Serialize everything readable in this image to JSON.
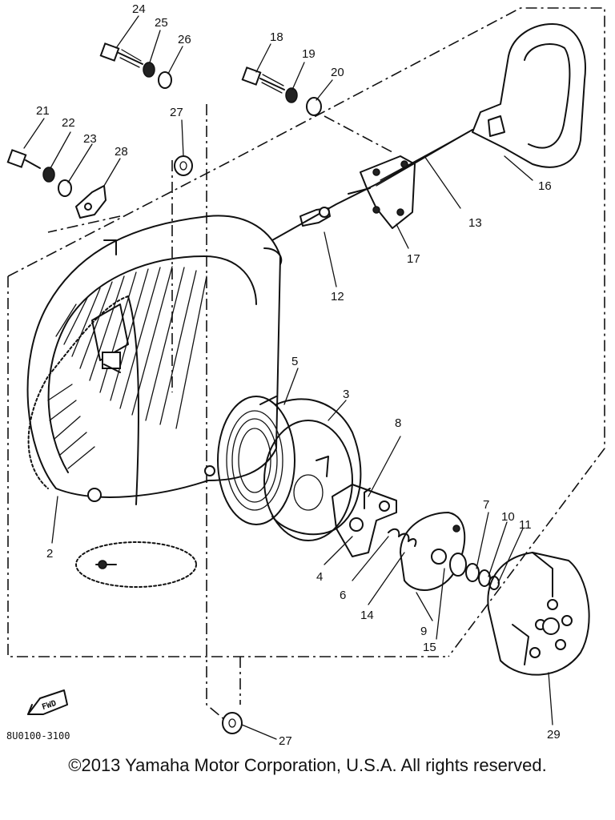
{
  "diagram": {
    "part_numbers": [
      "2",
      "3",
      "4",
      "5",
      "6",
      "7",
      "8",
      "9",
      "10",
      "11",
      "12",
      "13",
      "14",
      "15",
      "16",
      "17",
      "18",
      "19",
      "20",
      "21",
      "22",
      "23",
      "24",
      "25",
      "26",
      "27",
      "27",
      "28",
      "29"
    ],
    "fwd_label": "FWD",
    "drawing_code": "8U0100-3100"
  },
  "footer": {
    "copyright": "©2013 Yamaha Motor Corporation, U.S.A. All rights reserved."
  }
}
